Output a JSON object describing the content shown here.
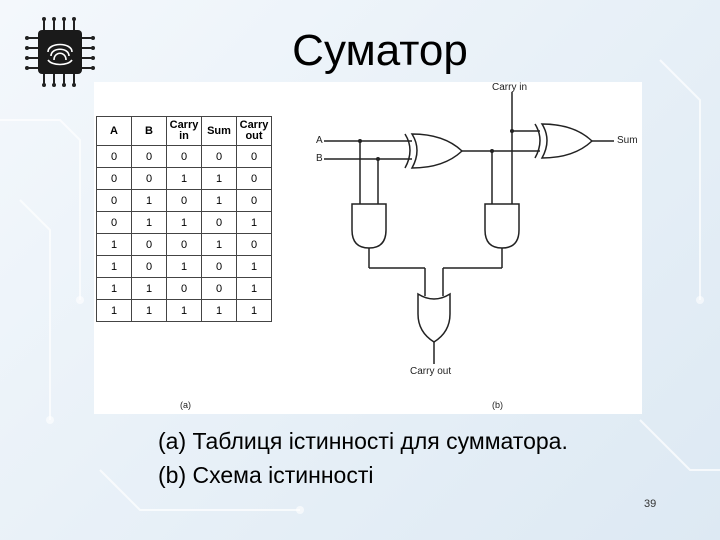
{
  "slide": {
    "title": "Суматор",
    "page_number": "39"
  },
  "truth_table": {
    "headers": [
      "A",
      "B",
      "Carry in",
      "Sum",
      "Carry out"
    ],
    "rows": [
      [
        "0",
        "0",
        "0",
        "0",
        "0"
      ],
      [
        "0",
        "0",
        "1",
        "1",
        "0"
      ],
      [
        "0",
        "1",
        "0",
        "1",
        "0"
      ],
      [
        "0",
        "1",
        "1",
        "0",
        "1"
      ],
      [
        "1",
        "0",
        "0",
        "1",
        "0"
      ],
      [
        "1",
        "0",
        "1",
        "0",
        "1"
      ],
      [
        "1",
        "1",
        "0",
        "0",
        "1"
      ],
      [
        "1",
        "1",
        "1",
        "1",
        "1"
      ]
    ],
    "sublabel": "(a)"
  },
  "circuit": {
    "input_a": "A",
    "input_b": "B",
    "carry_in": "Carry in",
    "sum": "Sum",
    "carry_out": "Carry out",
    "sublabel": "(b)"
  },
  "caption": {
    "line1": "(a) Таблиця істинності для сумматора.",
    "line2": "(b) Схема істинності"
  }
}
